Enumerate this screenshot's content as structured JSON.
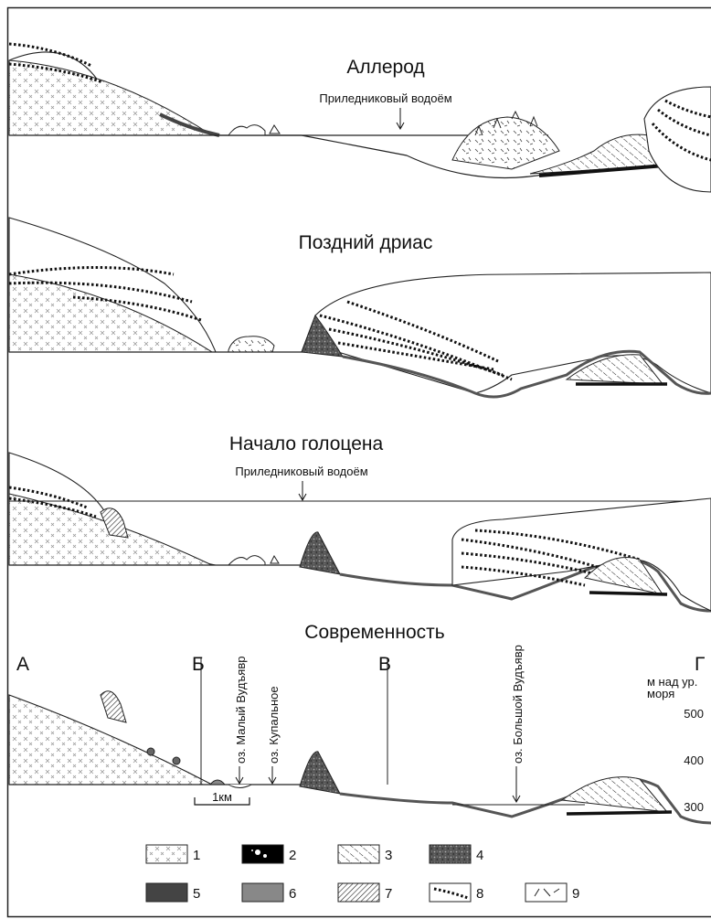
{
  "panels": [
    {
      "title": "Аллерод",
      "label": "Приледниковый водоём"
    },
    {
      "title": "Поздний дриас"
    },
    {
      "title": "Начало голоцена",
      "label": "Приледниковый водоём"
    },
    {
      "title": "Современность"
    }
  ],
  "section_letters": [
    "А",
    "Б",
    "В",
    "Г"
  ],
  "lake_labels": [
    "оз. Малый Вудъявр",
    "оз. Купальное",
    "оз. Большой Вудъявр"
  ],
  "altitude": {
    "label_line1": "м над ур.",
    "label_line2": "моря",
    "ticks": [
      "500",
      "400",
      "300"
    ]
  },
  "scale_bar": "1км",
  "legend": [
    "1",
    "2",
    "3",
    "4",
    "5",
    "6",
    "7",
    "8",
    "9"
  ]
}
